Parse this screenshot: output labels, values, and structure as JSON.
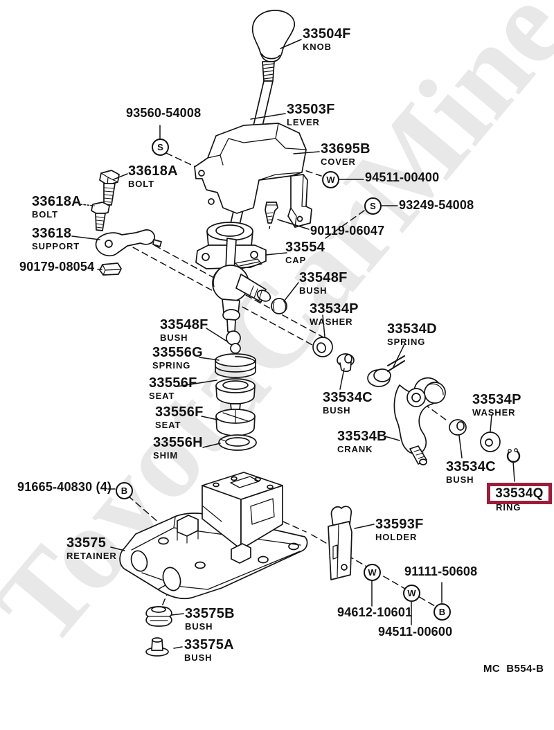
{
  "watermark": "ToyotaCarMine.ru",
  "footer_code": "MC  B554-B",
  "highlight_color": "#9e1d3a",
  "parts": {
    "knob": {
      "number": "33504F",
      "name": "KNOB"
    },
    "lever": {
      "number": "33503F",
      "name": "LEVER"
    },
    "cover": {
      "number": "33695B",
      "name": "COVER"
    },
    "bolt_upper": {
      "number": "33618A",
      "name": "BOLT"
    },
    "bolt_left": {
      "number": "33618A",
      "name": "BOLT"
    },
    "support": {
      "number": "33618",
      "name": "SUPPORT"
    },
    "cap": {
      "number": "33554",
      "name": "CAP"
    },
    "bush_joint_right": {
      "number": "33548F",
      "name": "BUSH"
    },
    "bush_joint_left": {
      "number": "33548F",
      "name": "BUSH"
    },
    "washer_mid": {
      "number": "33534P",
      "name": "WASHER"
    },
    "spring_detent": {
      "number": "33534D",
      "name": "SPRING"
    },
    "spring_coil": {
      "number": "33556G",
      "name": "SPRING"
    },
    "seat_upper": {
      "number": "33556F",
      "name": "SEAT"
    },
    "seat_lower": {
      "number": "33556F",
      "name": "SEAT"
    },
    "shim": {
      "number": "33556H",
      "name": "SHIM"
    },
    "bush_crank_upper": {
      "number": "33534C",
      "name": "BUSH"
    },
    "crank": {
      "number": "33534B",
      "name": "CRANK"
    },
    "washer_right": {
      "number": "33534P",
      "name": "WASHER"
    },
    "bush_crank_lower": {
      "number": "33534C",
      "name": "BUSH"
    },
    "ring": {
      "number": "33534Q",
      "name": "RING"
    },
    "retainer": {
      "number": "33575",
      "name": "RETAINER"
    },
    "holder": {
      "number": "33593F",
      "name": "HOLDER"
    },
    "bush_retainer_b": {
      "number": "33575B",
      "name": "BUSH"
    },
    "bush_retainer_a": {
      "number": "33575A",
      "name": "BUSH"
    }
  },
  "codes": {
    "screw_93560": "93560-54008",
    "washer_94511_400": "94511-00400",
    "screw_93249": "93249-54008",
    "bolt_90119": "90119-06047",
    "nut_90179": "90179-08054",
    "bolt_91665": "91665-40830 (4)",
    "bolt_91111": "91111-50608",
    "washer_94612": "94612-10601",
    "washer_94511_600": "94511-00600"
  },
  "symbols": {
    "s1": "S",
    "w1": "W",
    "s2": "S",
    "b1": "B",
    "w2": "W",
    "w3": "W",
    "b2": "B"
  }
}
